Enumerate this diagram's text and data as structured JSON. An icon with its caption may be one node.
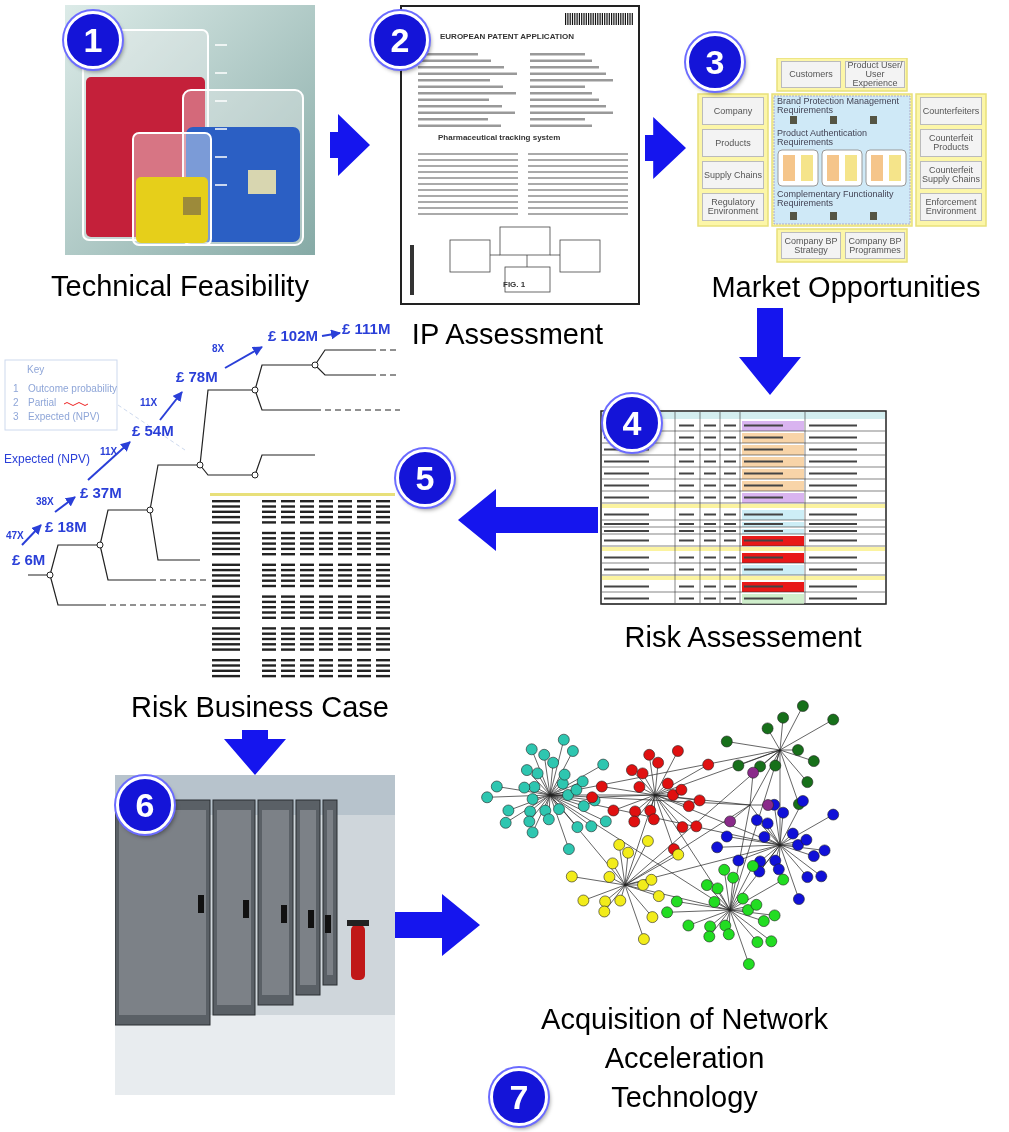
{
  "diagram": {
    "nodes": [
      {
        "text": [
          "1",
          "Technical Feasibility"
        ]
      },
      {
        "text": [
          "2",
          "IP Assessment"
        ]
      },
      {
        "text": [
          "3",
          "Market Opportunities"
        ]
      },
      {
        "text": [
          "4",
          "Risk Assessement"
        ]
      },
      {
        "text": [
          "5",
          "Risk Business Case"
        ]
      },
      {
        "text": [
          "6"
        ]
      },
      {
        "text": [
          "7",
          "Acquisition of Network Acceleration Technology"
        ]
      }
    ],
    "edges": [
      {
        "from": 0,
        "to": 1,
        "arrow": "to"
      },
      {
        "from": 1,
        "to": 2,
        "arrow": "to"
      },
      {
        "from": 2,
        "to": 3,
        "arrow": "to"
      },
      {
        "from": 3,
        "to": 4,
        "arrow": "to"
      },
      {
        "from": 4,
        "to": 5,
        "arrow": "to"
      },
      {
        "from": 5,
        "to": 6,
        "arrow": "to"
      }
    ],
    "labels": [
      "EUROPEAN PATENT APPLICATION",
      "Pharmaceutical tracking system",
      "FIG. 1",
      "Customers",
      "Product User/ User Experience",
      "Company",
      "Products",
      "Supply Chains",
      "Regulatory Environment",
      "Brand Protection Management Requirements",
      "Product Authentication Requirements",
      "Complementary Functionality Requirements",
      "Counterfeiters",
      "Counterfeit Products",
      "Counterfeit Supply Chains",
      "Enforcement Environment",
      "Company BP Strategy",
      "Company BP Programmes",
      "£ 111M",
      "£ 102M",
      "8X",
      "Key",
      "£ 78M",
      "1",
      "Outcome probability",
      "2",
      "Partial",
      "11X",
      "3",
      "Expected (NPV)",
      "£ 54M",
      "11X",
      "Expected (NPV)",
      "£ 37M",
      "38X",
      "£ 18M",
      "47X",
      "£ 6M"
    ]
  }
}
